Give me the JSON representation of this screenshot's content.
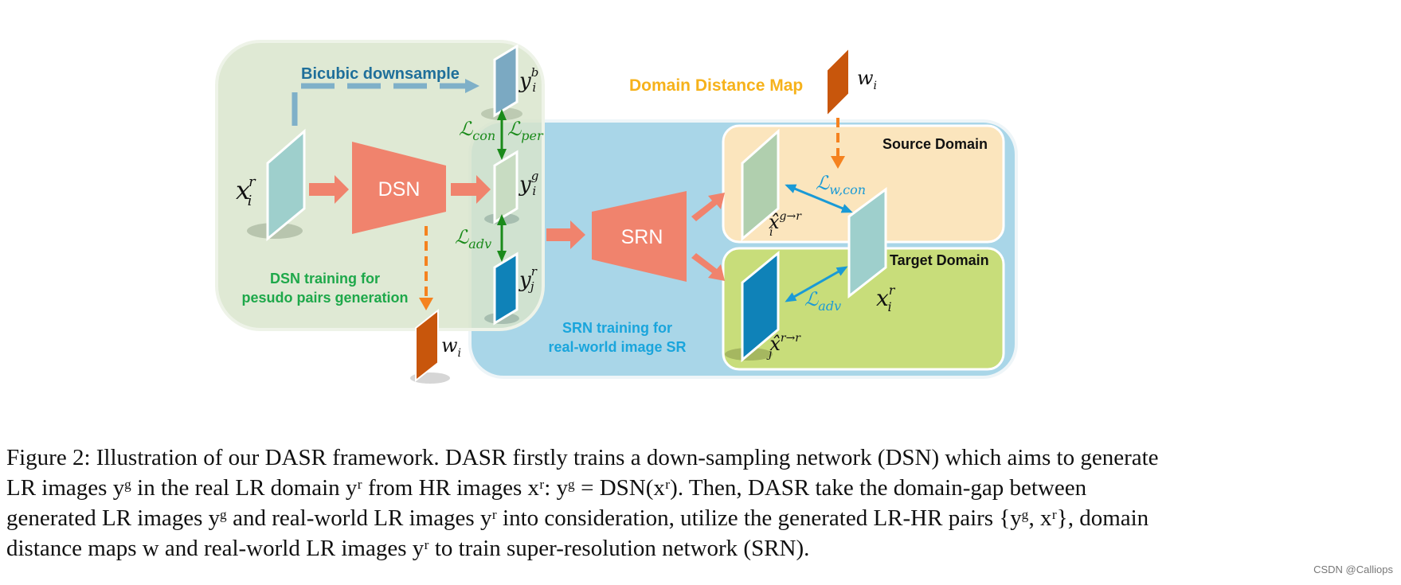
{
  "figure": {
    "bicubic_label": "Bicubic downsample",
    "domain_distance_label": "Domain Distance Map",
    "source_domain_label": "Source Domain",
    "target_domain_label": "Target Domain",
    "dsn_label": "DSN",
    "srn_label": "SRN",
    "dsn_training_line1": "DSN training for",
    "dsn_training_line2": "pesudo pairs generation",
    "srn_training_line1": "SRN training for",
    "srn_training_line2": "real-world image SR",
    "images": {
      "x_i_r_left": {
        "base": "x",
        "sup": "r",
        "sub": "i"
      },
      "y_i_b": {
        "base": "y",
        "sup": "b",
        "sub": "i"
      },
      "y_i_g": {
        "base": "y",
        "sup": "g",
        "sub": "i"
      },
      "y_j_r": {
        "base": "y",
        "sup": "r",
        "sub": "j"
      },
      "w_i_top": {
        "base": "w",
        "sub": "i"
      },
      "w_i_bottom": {
        "base": "w",
        "sub": "i"
      },
      "xhat_i_g_to_r": {
        "base": "x̂",
        "sup": "g→r",
        "sub": "i"
      },
      "xhat_j_r_to_r": {
        "base": "x̂",
        "sup": "r→r",
        "sub": "j"
      },
      "x_i_r_right": {
        "base": "x",
        "sup": "r",
        "sub": "i"
      }
    },
    "losses": {
      "con": {
        "base": "ℒ",
        "sub": "con"
      },
      "per": {
        "base": "ℒ",
        "sub": "per"
      },
      "adv_left": {
        "base": "ℒ",
        "sub": "adv"
      },
      "w_con": {
        "base": "ℒ",
        "sub": "w,con"
      },
      "adv_right": {
        "base": "ℒ",
        "sub": "adv"
      }
    },
    "colors": {
      "dsn_panel": "#dbe6cf",
      "srn_panel": "#a9d6e8",
      "source_domain": "#fbe5bd",
      "target_domain": "#c8dd7a",
      "network": "#f0836d",
      "distance_map": "#c8560c",
      "arrow_orange": "#f5821f",
      "arrow_green": "#1a8a1a",
      "arrow_blue": "#1a9ad6",
      "label_green": "#1ea84a",
      "label_blue": "#1aa5dc",
      "label_yellow": "#f6b21b",
      "label_navy": "#1f6f9a"
    }
  },
  "caption": {
    "line1": "Figure 2: Illustration of our DASR framework. DASR firstly trains a down-sampling network (DSN) which aims to generate",
    "line2": "LR images yᵍ in the real LR domain yʳ from HR images xʳ: yᵍ = DSN(xʳ). Then, DASR take the domain-gap between",
    "line3": "generated LR images yᵍ and real-world LR images yʳ into consideration, utilize the generated LR-HR pairs {yᵍ, xʳ}, domain",
    "line4": "distance maps w and real-world LR images yʳ to train super-resolution network (SRN)."
  },
  "watermark": "CSDN @Calliops"
}
